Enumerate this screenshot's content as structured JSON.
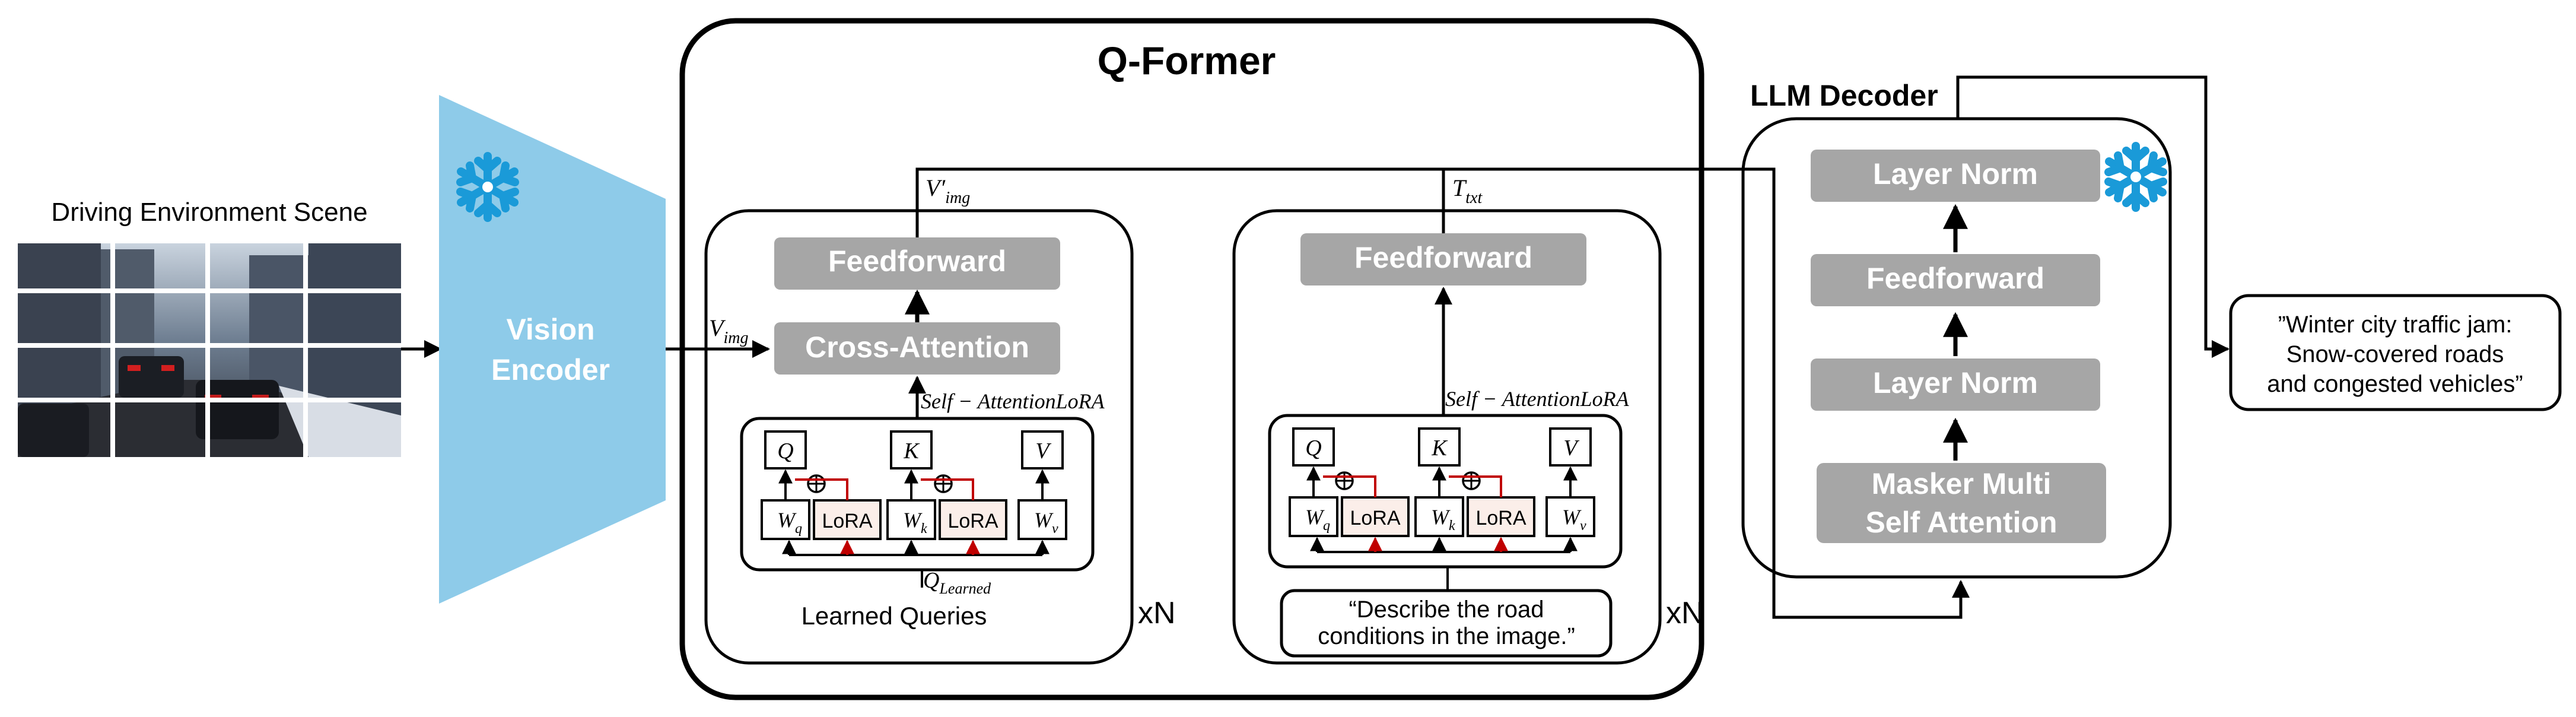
{
  "scene": {
    "label": "Driving Environment Scene"
  },
  "vision_encoder": {
    "line1": "Vision",
    "line2": "Encoder"
  },
  "qformer": {
    "title": "Q-Former",
    "repeat_left": "xN",
    "repeat_right": "xN",
    "left_branch": {
      "feedforward": "Feedforward",
      "cross_attention": "Cross-Attention",
      "self_attention_label": "Self − AttentionLoRA",
      "q": "Q",
      "k": "K",
      "v": "V",
      "wq": "W",
      "wq_sub": "q",
      "wk": "W",
      "wk_sub": "k",
      "wv": "W",
      "wv_sub": "v",
      "lora_a": "LoRA",
      "lora_b": "LoRA",
      "v_img_in": "V",
      "v_img_in_sub": "img",
      "v_img_out": "V′",
      "v_img_out_sub": "img",
      "q_learned": "Q",
      "q_learned_sub": "Learned",
      "learned_queries": "Learned Queries"
    },
    "right_branch": {
      "feedforward": "Feedforward",
      "self_attention_label": "Self − AttentionLoRA",
      "q": "Q",
      "k": "K",
      "v": "V",
      "wq": "W",
      "wq_sub": "q",
      "wk": "W",
      "wk_sub": "k",
      "wv": "W",
      "wv_sub": "v",
      "lora_a": "LoRA",
      "lora_b": "LoRA",
      "t_txt": "T",
      "t_txt_sub": "txt",
      "prompt_line1": "“Describe the road",
      "prompt_line2": "conditions in the image.”"
    }
  },
  "llm_decoder": {
    "title": "LLM Decoder",
    "layer_norm_top": "Layer Norm",
    "feedforward": "Feedforward",
    "layer_norm_bottom": "Layer Norm",
    "masked_attn_line1": "Masker Multi",
    "masked_attn_line2": "Self Attention"
  },
  "output": {
    "line1": "”Winter city traffic jam:",
    "line2": "Snow-covered roads",
    "line3": "and congested vehicles”"
  },
  "colors": {
    "encoder": "#8ecbe9",
    "block": "#a6a6a6",
    "lora_fill": "#fbeee9",
    "lora_arrow": "#c00000",
    "snowflake": "#1a9ad8"
  }
}
